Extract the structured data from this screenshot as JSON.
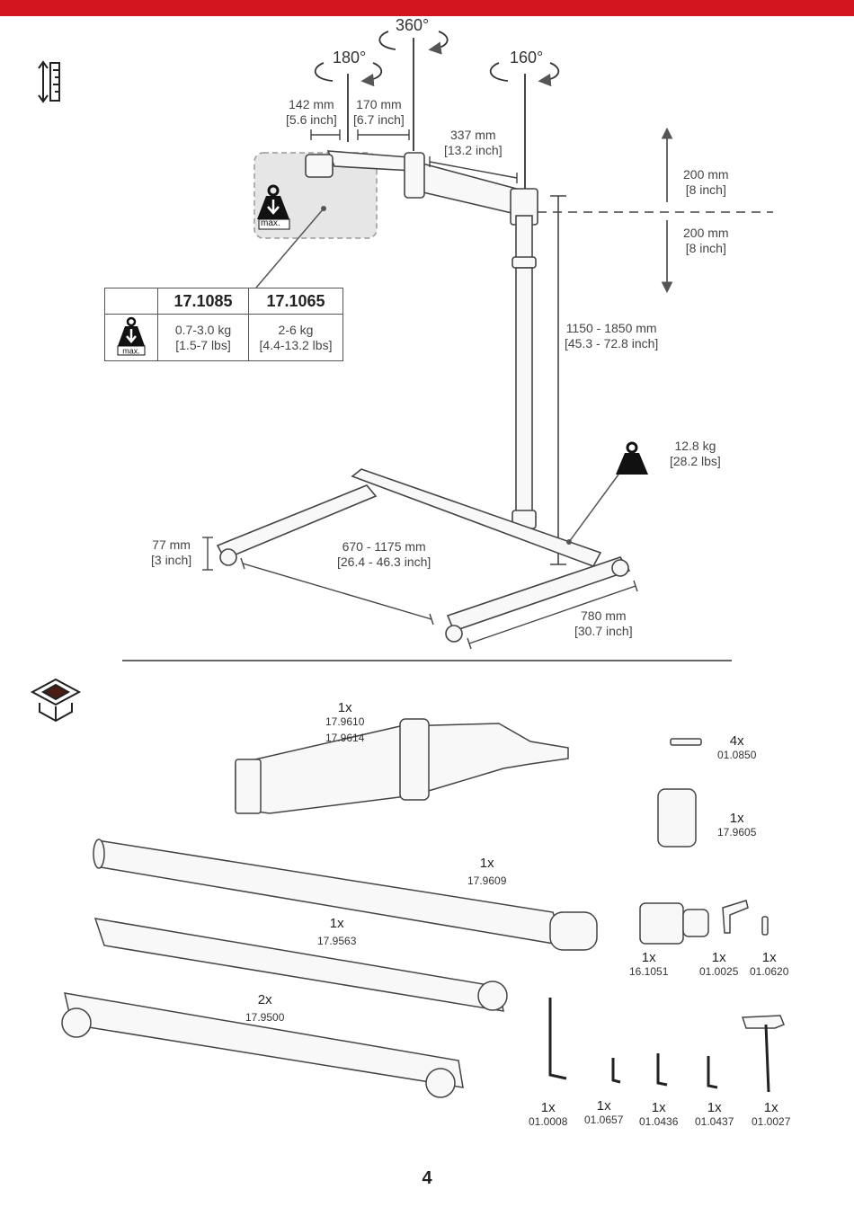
{
  "colors": {
    "brand_bar": "#d2141e",
    "line": "#555555",
    "panel": "#e6e6e6"
  },
  "rotations": {
    "base": "360°",
    "arm": "180°",
    "head": "160°"
  },
  "dimensions": {
    "d142": {
      "mm": "142 mm",
      "inch": "[5.6 inch]"
    },
    "d170": {
      "mm": "170 mm",
      "inch": "[6.7 inch]"
    },
    "d337": {
      "mm": "337 mm",
      "inch": "[13.2 inch]"
    },
    "d200a": {
      "mm": "200 mm",
      "inch": "[8 inch]"
    },
    "d200b": {
      "mm": "200 mm",
      "inch": "[8 inch]"
    },
    "height": {
      "mm": "1150 - 1850 mm",
      "inch": "[45.3 - 72.8 inch]"
    },
    "weight": {
      "kg": "12.8 kg",
      "lbs": "[28.2 lbs]"
    },
    "d77": {
      "mm": "77 mm",
      "inch": "[3 inch]"
    },
    "width": {
      "mm": "670 - 1175 mm",
      "inch": "[26.4 - 46.3 inch]"
    },
    "d780": {
      "mm": "780 mm",
      "inch": "[30.7 inch]"
    }
  },
  "weight_icon_label": "max.",
  "max_load_table": {
    "headers": [
      "17.1085",
      "17.1065"
    ],
    "row": [
      {
        "kg": "0.7-3.0 kg",
        "lbs": "[1.5-7 lbs]"
      },
      {
        "kg": "2-6 kg",
        "lbs": "[4.4-13.2 lbs]"
      }
    ]
  },
  "parts": {
    "arm": {
      "qty": "1x",
      "code1": "17.9610",
      "code2": "17.9614"
    },
    "bolt": {
      "qty": "4x",
      "code": "01.0850"
    },
    "sleeve": {
      "qty": "1x",
      "code": "17.9605"
    },
    "column": {
      "qty": "1x",
      "code": "17.9609"
    },
    "crossbar": {
      "qty": "1x",
      "code": "17.9563"
    },
    "clamp": {
      "qty": "1x",
      "code": "16.1051"
    },
    "lever": {
      "qty": "1x",
      "code": "01.0025"
    },
    "screw": {
      "qty": "1x",
      "code": "01.0620"
    },
    "legs": {
      "qty": "2x",
      "code": "17.9500"
    },
    "key1": {
      "qty": "1x",
      "code": "01.0008"
    },
    "key2": {
      "qty": "1x",
      "code": "01.0657"
    },
    "key3": {
      "qty": "1x",
      "code": "01.0436"
    },
    "key4": {
      "qty": "1x",
      "code": "01.0437"
    },
    "tkey": {
      "qty": "1x",
      "code": "01.0027"
    }
  },
  "page_number": "4"
}
